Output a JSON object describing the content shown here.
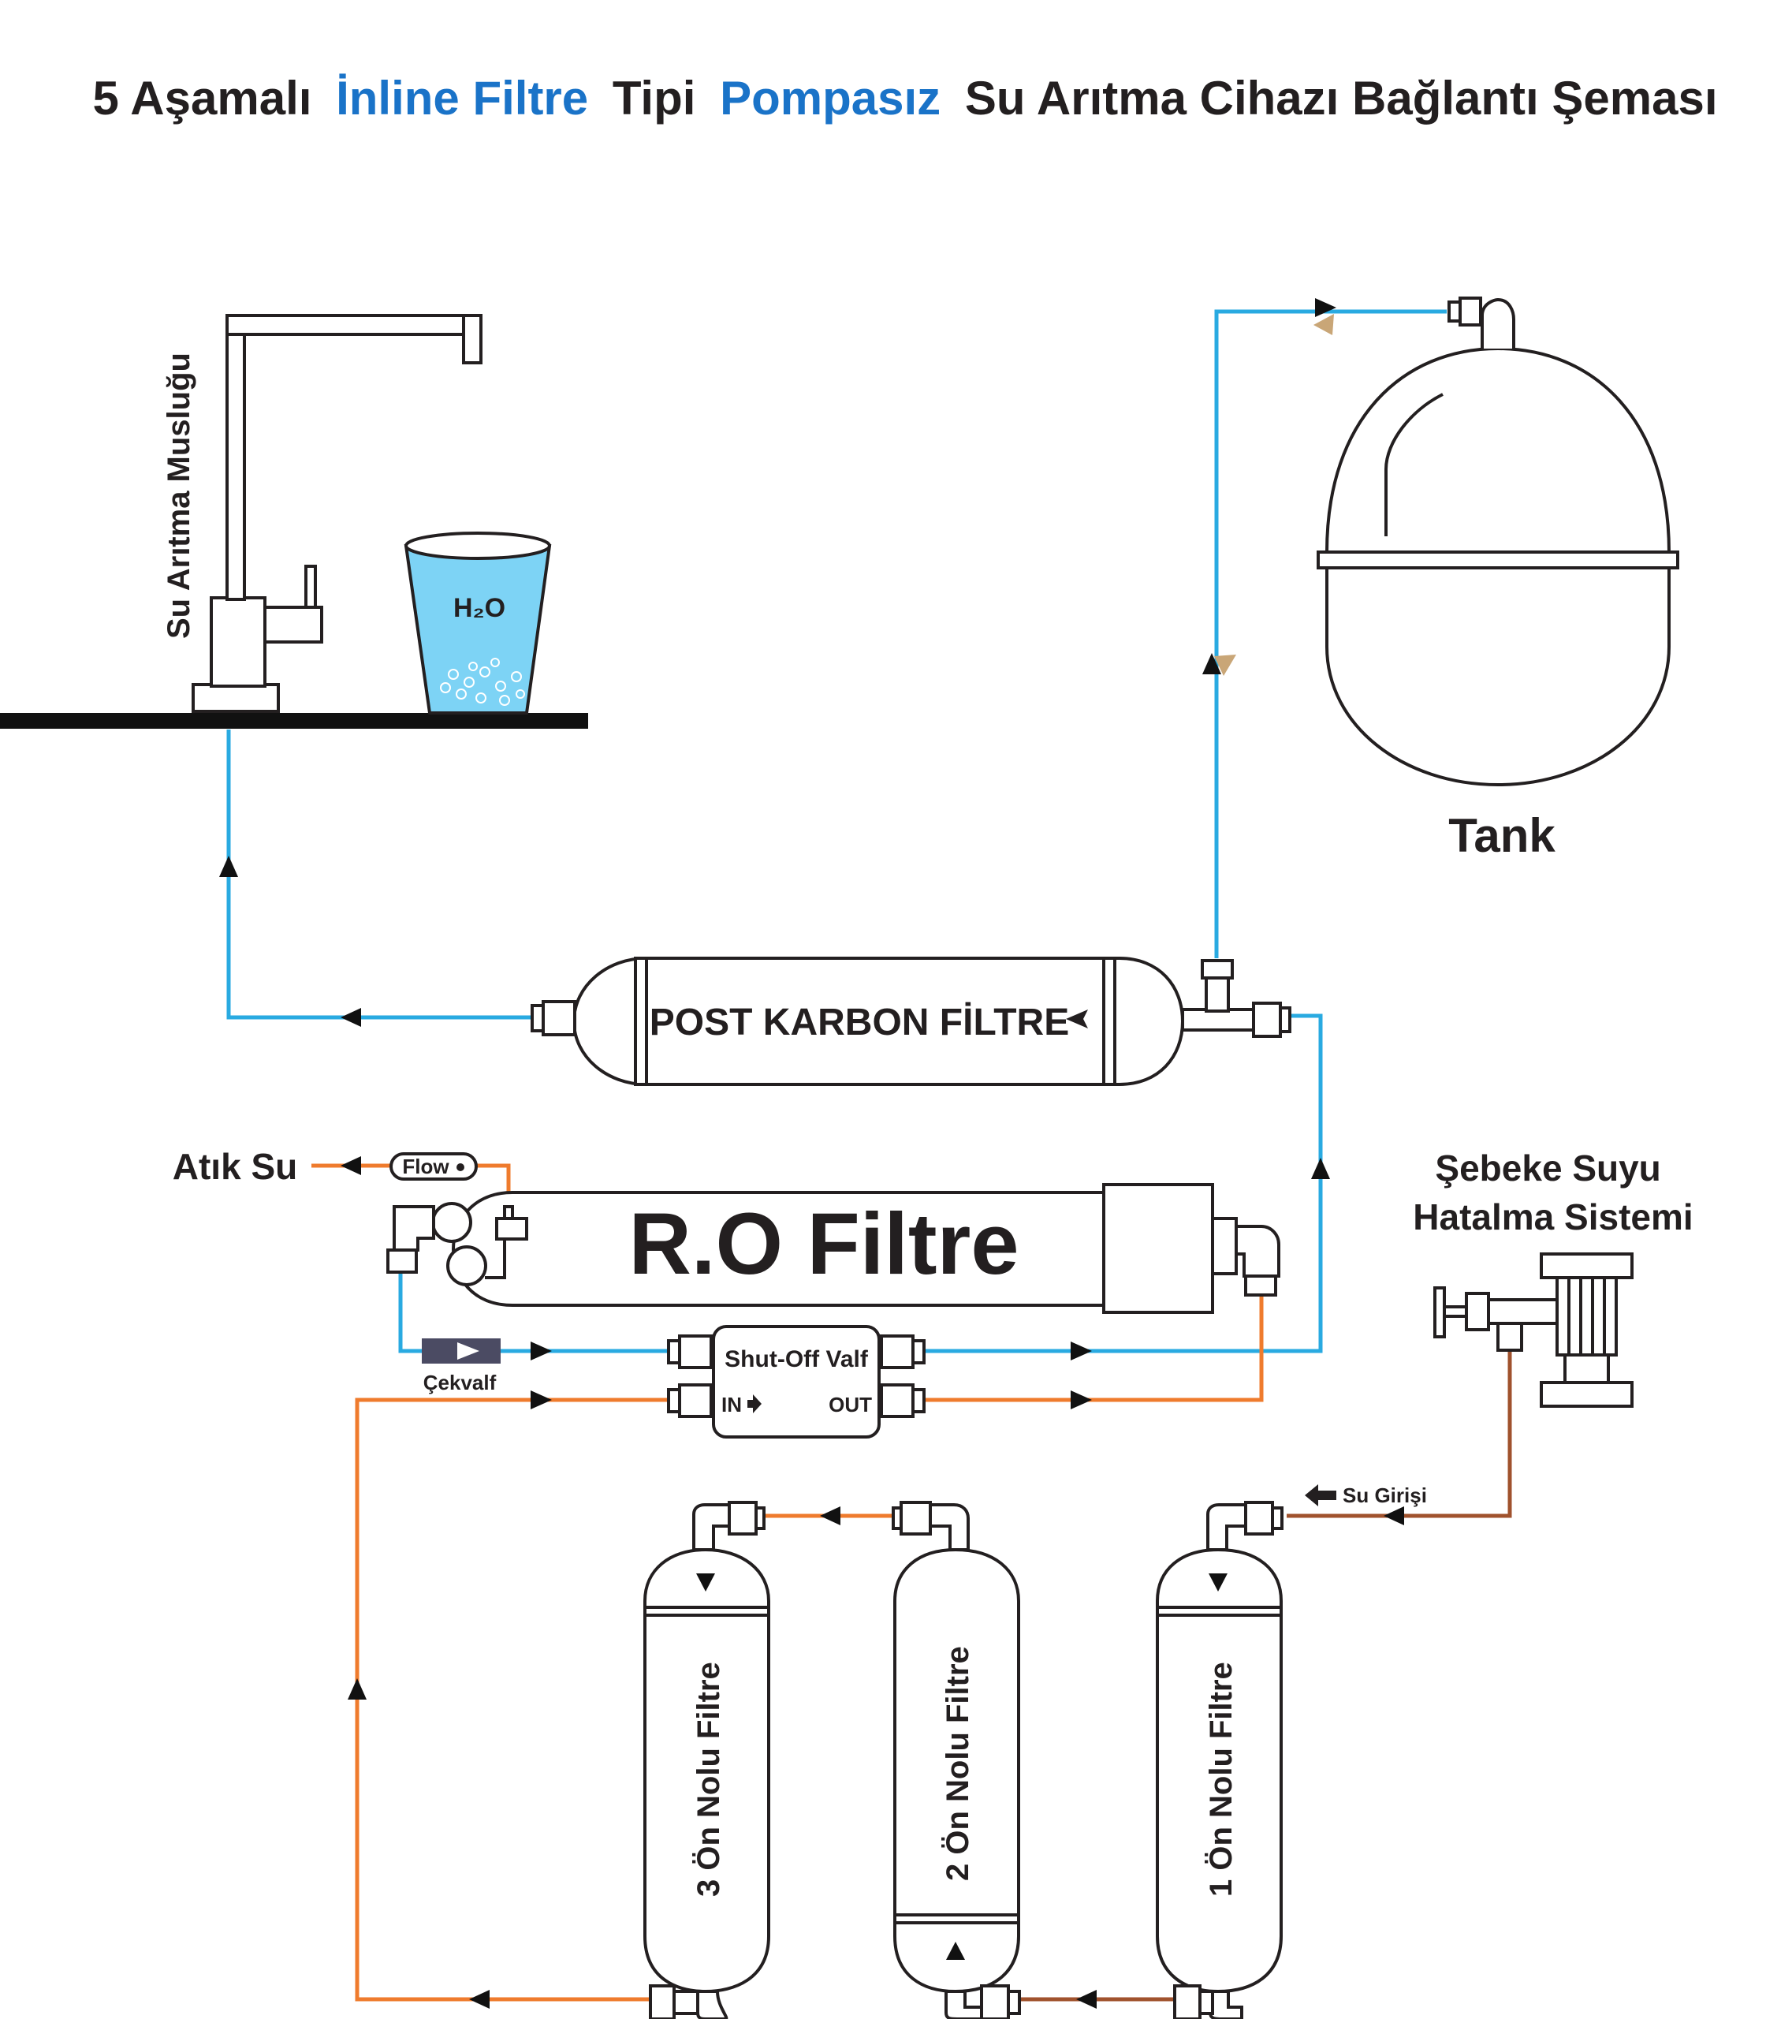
{
  "title": {
    "part1": "5 Aşamalı",
    "part2": "İnline Filtre",
    "part3": "Tipi",
    "part4": "Pompasız",
    "part5": "Su Arıtma Cihazı Bağlantı Şeması"
  },
  "labels": {
    "faucet": "Su Arıtma Musluğu",
    "glass": "H₂O",
    "tank": "Tank",
    "post_carbon": "POST KARBON FİLTRE",
    "ro_filter": "R.O Filtre",
    "waste": "Atık Su",
    "flow": "Flow",
    "check_valve": "Çekvalf",
    "shutoff": "Shut-Off Valf",
    "shutoff_in": "IN",
    "shutoff_out": "OUT",
    "mains_line1": "Şebeke Suyu",
    "mains_line2": "Hatalma Sistemi",
    "water_inlet": "Su Girişi",
    "filter1": "1 Ön Nolu Filtre",
    "filter2": "2 Ön Nolu Filtre",
    "filter3": "3 Ön Nolu Filtre"
  },
  "colors": {
    "clean_line": "#29aae1",
    "raw_line": "#ef7b2d",
    "inlet_line": "#a0522d",
    "outline": "#231f20",
    "title_blue": "#1a73c8",
    "glass_water": "#7dd3f5",
    "check_valve": "#4b4b63"
  }
}
